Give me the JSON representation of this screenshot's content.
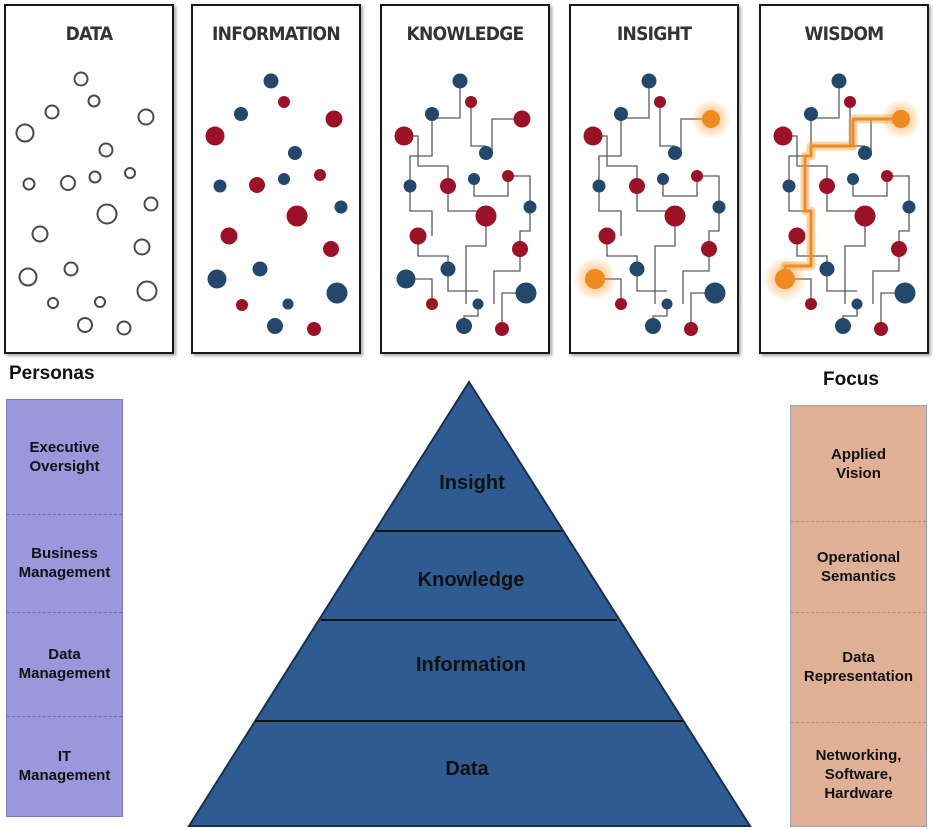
{
  "panels": [
    {
      "title": "DATA"
    },
    {
      "title": "INFORMATION"
    },
    {
      "title": "KNOWLEDGE"
    },
    {
      "title": "INSIGHT"
    },
    {
      "title": "WISDOM"
    }
  ],
  "personas": {
    "heading": "Personas",
    "items": [
      "Executive\nOversight",
      "Business\nManagement",
      "Data\nManagement",
      "IT\nManagement"
    ]
  },
  "focus": {
    "heading": "Focus",
    "items": [
      "Applied\nVision",
      "Operational\nSemantics",
      "Data\nRepresentation",
      "Networking,\nSoftware,\nHardware"
    ]
  },
  "pyramid": {
    "levels": [
      "Insight",
      "Knowledge",
      "Information",
      "Data"
    ]
  },
  "colors": {
    "pyramid_fill": "#2f5b93",
    "dot_red": "#9b1227",
    "dot_blue": "#24486b",
    "dot_highlight": "#ee8a1f",
    "personas_fill": "#9b97dc",
    "focus_fill": "#e0b096"
  }
}
